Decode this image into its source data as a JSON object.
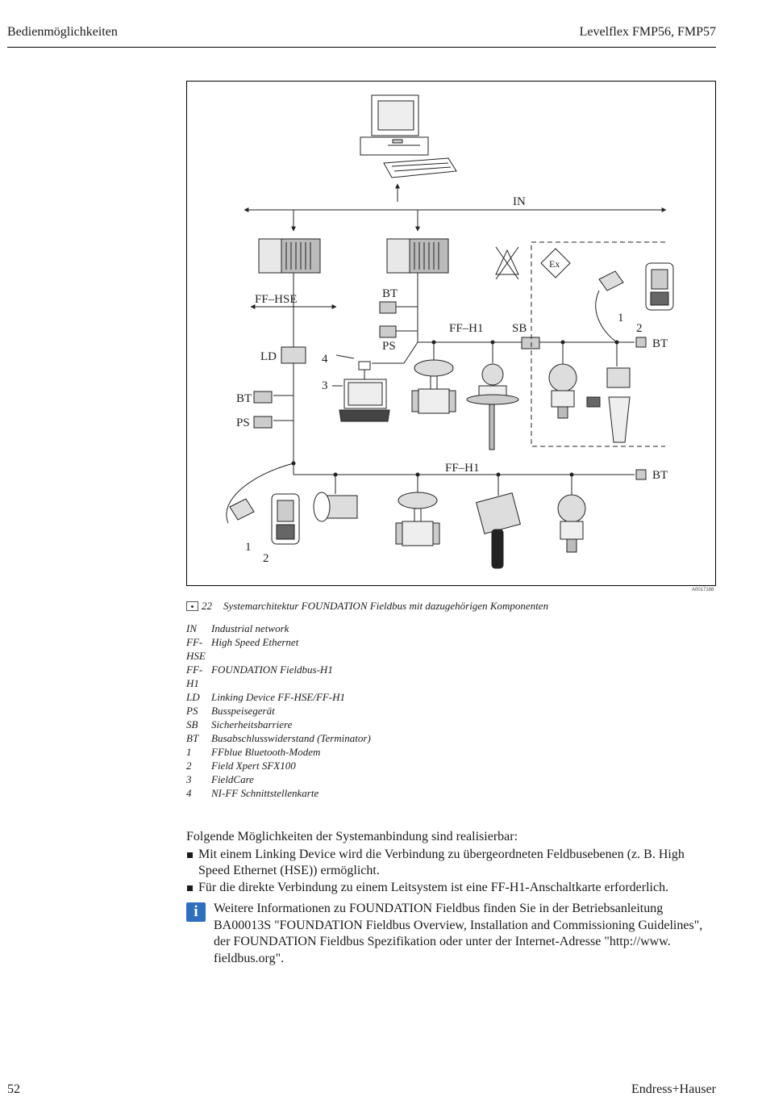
{
  "header": {
    "section": "Bedienmöglichkeiten",
    "product": "Levelflex FMP56, FMP57"
  },
  "figure": {
    "id": "A0017188",
    "number": "22",
    "caption": "Systemarchitektur FOUNDATION Fieldbus mit dazugehörigen Komponenten",
    "labels": {
      "in": "IN",
      "ff_hse": "FF–HSE",
      "ff_h1_top": "FF–H1",
      "ff_h1_bottom": "FF–H1",
      "ld": "LD",
      "bt": "BT",
      "ps": "PS",
      "sb": "SB",
      "n1": "1",
      "n2": "2",
      "n3": "3",
      "n4": "4"
    }
  },
  "legend": [
    {
      "term": "IN",
      "desc": "Industrial network"
    },
    {
      "term": "FF-HSE",
      "desc": "High Speed Ethernet"
    },
    {
      "term": "FF-H1",
      "desc": "FOUNDATION Fieldbus-H1"
    },
    {
      "term": "LD",
      "desc": "Linking Device FF-HSE/FF-H1"
    },
    {
      "term": "PS",
      "desc": "Busspeisegerät"
    },
    {
      "term": "SB",
      "desc": "Sicherheitsbarriere"
    },
    {
      "term": "BT",
      "desc": "Busabschlusswiderstand (Terminator)"
    },
    {
      "term": "1",
      "desc": "FFblue Bluetooth-Modem"
    },
    {
      "term": "2",
      "desc": "Field Xpert SFX100"
    },
    {
      "term": "3",
      "desc": "FieldCare"
    },
    {
      "term": "4",
      "desc": "NI-FF Schnittstellenkarte"
    }
  ],
  "body": {
    "intro": "Folgende Möglichkeiten der Systemanbindung sind realisierbar:",
    "bullets": [
      "Mit einem Linking Device wird die Verbindung zu übergeordneten Feldbusebenen (z. B. High Speed Ethernet (HSE)) ermöglicht.",
      "Für die direkte Verbindung zu einem Leitsystem ist eine FF-H1-Anschaltkarte erforderlich."
    ],
    "note": "Weitere Informationen zu FOUNDATION Fieldbus finden Sie in der Betriebsanleitung BA00013S \"FOUNDATION Fieldbus Overview, Installation and Commissioning Guidelines\", der FOUNDATION Fieldbus Spezifikation oder unter der Internet-Adresse \"http://www. fieldbus.org\"."
  },
  "footer": {
    "page": "52",
    "brand": "Endress+Hauser"
  },
  "icons": [
    "figure-icon",
    "info-icon",
    "computer-icon",
    "laptop-icon",
    "plc-icon",
    "ex-icon",
    "no-ex-icon",
    "handheld-icon",
    "modem-icon",
    "valve-icon",
    "transmitter-icon"
  ]
}
